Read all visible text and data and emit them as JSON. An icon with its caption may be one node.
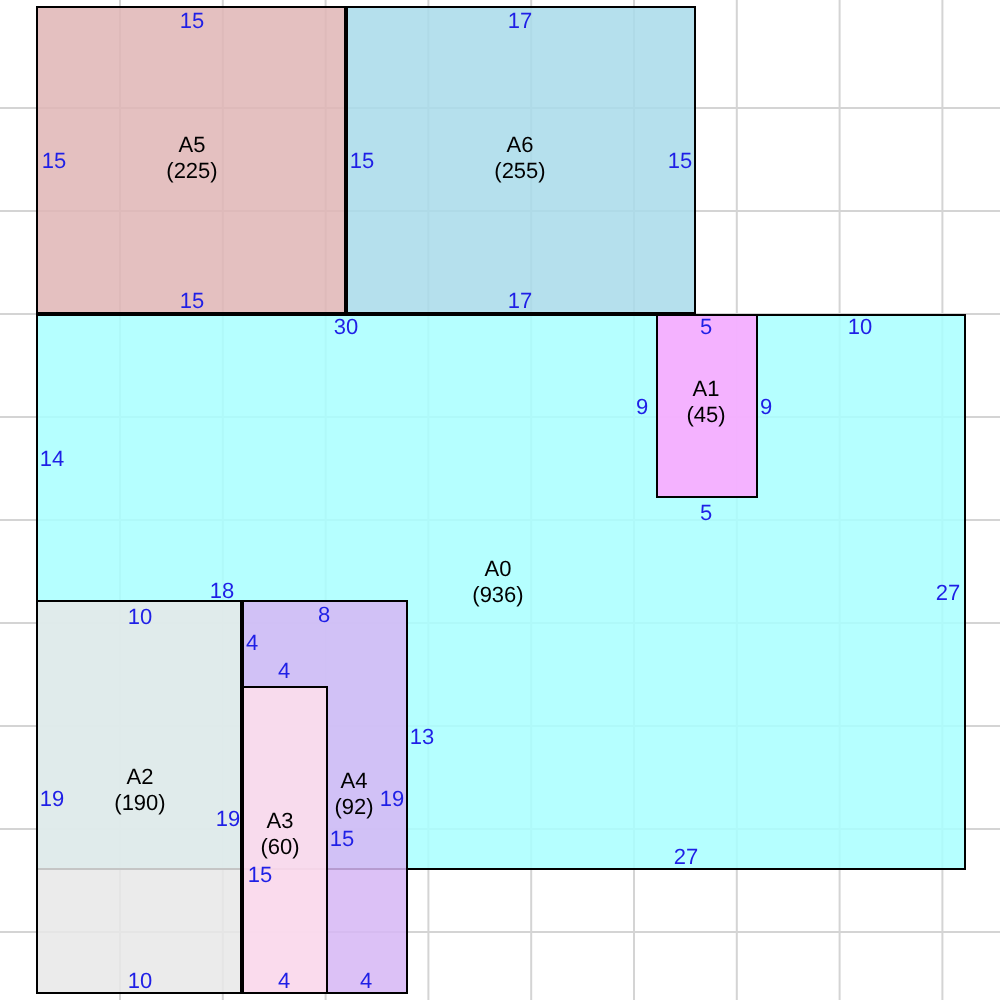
{
  "diagram": {
    "nodes": [
      {
        "text": [
          "A5",
          "(225)"
        ]
      },
      {
        "text": [
          "A6",
          "(255)"
        ]
      },
      {
        "text": [
          "A0",
          "(936)"
        ]
      },
      {
        "text": [
          "A1",
          "(45)"
        ],
        "in": 2
      },
      {
        "text": [
          "A2",
          "(190)"
        ]
      },
      {
        "text": [
          "A4",
          "(92)"
        ]
      },
      {
        "text": [
          "A3",
          "(60)"
        ],
        "in": 5
      }
    ],
    "labels": [
      "15",
      "17",
      "15",
      "15",
      "15",
      "15",
      "17",
      "30",
      "5",
      "10",
      "9",
      "9",
      "14",
      "5",
      "18",
      "27",
      "10",
      "8",
      "4",
      "4",
      "13",
      "19",
      "19",
      "19",
      "15",
      "27",
      "15",
      "10",
      "4",
      "4"
    ]
  }
}
